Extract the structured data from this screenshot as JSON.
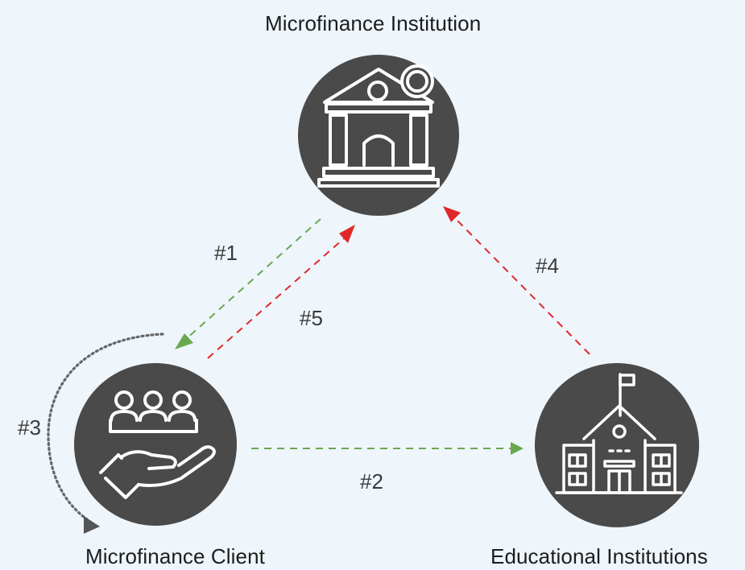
{
  "nodes": {
    "institution": {
      "title": "Microfinance Institution",
      "icon": "bank-icon"
    },
    "client": {
      "title": "Microfinance Client",
      "icon": "community-hand-icon"
    },
    "education": {
      "title": "Educational Institutions",
      "icon": "school-building-icon"
    }
  },
  "flows": [
    {
      "id": "#1",
      "label": "#1",
      "from": "institution",
      "to": "client",
      "style": "dashed",
      "color": "#6aa84f"
    },
    {
      "id": "#2",
      "label": "#2",
      "from": "client",
      "to": "education",
      "style": "dashed",
      "color": "#6aa84f"
    },
    {
      "id": "#3",
      "label": "#3",
      "from": "client",
      "to": "client",
      "style": "dotted",
      "color": "#555555"
    },
    {
      "id": "#4",
      "label": "#4",
      "from": "education",
      "to": "institution",
      "style": "dashed",
      "color": "#e0282a"
    },
    {
      "id": "#5",
      "label": "#5",
      "from": "client",
      "to": "institution",
      "style": "dashed",
      "color": "#e0282a"
    }
  ],
  "colors": {
    "background": "#eef5fb",
    "node_fill": "#4a4a4a",
    "icon_stroke": "#ffffff",
    "positive_flow": "#6aa84f",
    "return_flow": "#e0282a",
    "self_flow": "#555555"
  }
}
